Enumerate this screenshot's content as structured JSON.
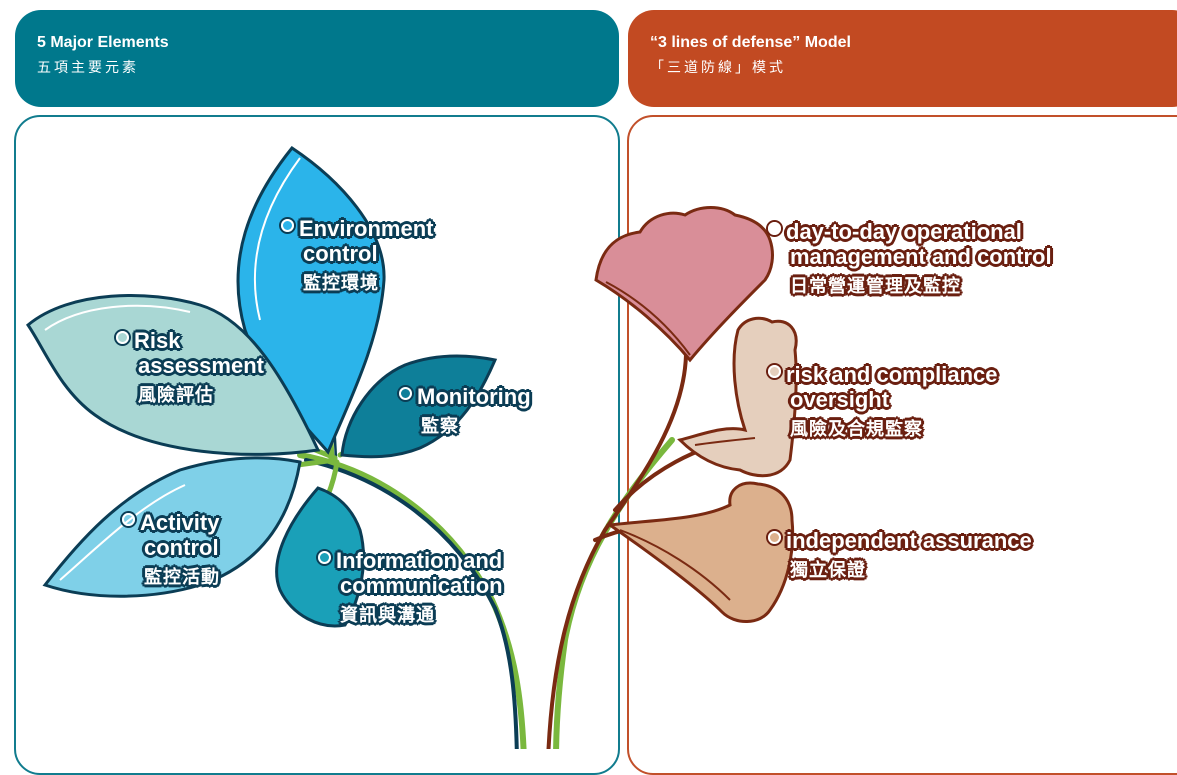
{
  "left_header": {
    "title": "5 Major Elements",
    "subtitle": "五項主要元素"
  },
  "right_header": {
    "title": "“3 lines of defense” Model",
    "subtitle": "「三道防線」模式"
  },
  "elements": {
    "environment": {
      "line1": "Environment",
      "line2": "control",
      "zh": "監控環境"
    },
    "risk": {
      "line1": "Risk",
      "line2": "assessment",
      "zh": "風險評估"
    },
    "monitoring": {
      "line1": "Monitoring",
      "zh": "監察"
    },
    "activity": {
      "line1": "Activity",
      "line2": "control",
      "zh": "監控活動"
    },
    "information": {
      "line1": "Information and",
      "line2": "communication",
      "zh": "資訊與溝通"
    }
  },
  "defense_lines": {
    "first": {
      "line1": "day-to-day operational",
      "line2": "management and control",
      "zh": "日常營運管理及監控"
    },
    "second": {
      "line1": "risk and compliance",
      "line2": "oversight",
      "zh": "風險及合規監察"
    },
    "third": {
      "line1": "independent assurance",
      "zh": "獨立保證"
    }
  },
  "colors": {
    "left_header": "#00788c",
    "right_header": "#c24a22",
    "leaf_environment": "#2bb4ea",
    "leaf_risk": "#a9d7d4",
    "leaf_monitoring": "#0e7f99",
    "leaf_activity": "#7fd0e8",
    "leaf_information": "#1aa0b8",
    "leaf_first_line": "#d98e98",
    "leaf_second_line": "#e5cfbd",
    "leaf_third_line": "#dcb08d",
    "stem_green": "#7ab83e",
    "stem_brown": "#7a2a12"
  }
}
